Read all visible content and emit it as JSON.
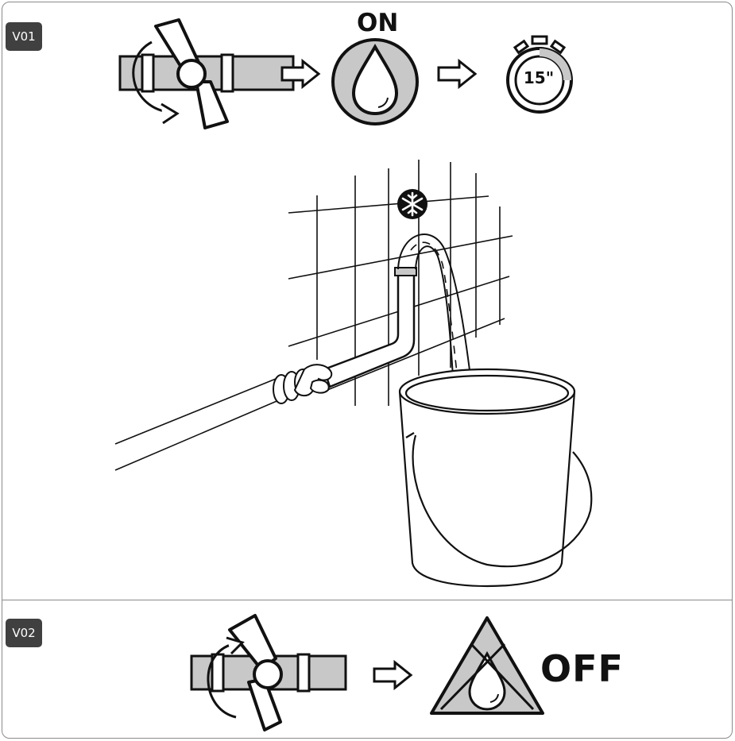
{
  "steps": [
    {
      "id": "V01",
      "status_label": "ON",
      "timer_label": "15\""
    },
    {
      "id": "V02",
      "status_label": "OFF"
    }
  ],
  "icons": {
    "open_valve": "valve-open-icon",
    "water_on": "water-drop-icon",
    "timer": "stopwatch-icon",
    "frost": "snowflake-icon",
    "close_valve": "valve-close-icon",
    "water_off": "water-off-warning-icon"
  },
  "colors": {
    "badge": "#404040",
    "pipe_fill": "#c8c8c8",
    "stroke": "#111111",
    "frame": "#8a8a8a"
  }
}
